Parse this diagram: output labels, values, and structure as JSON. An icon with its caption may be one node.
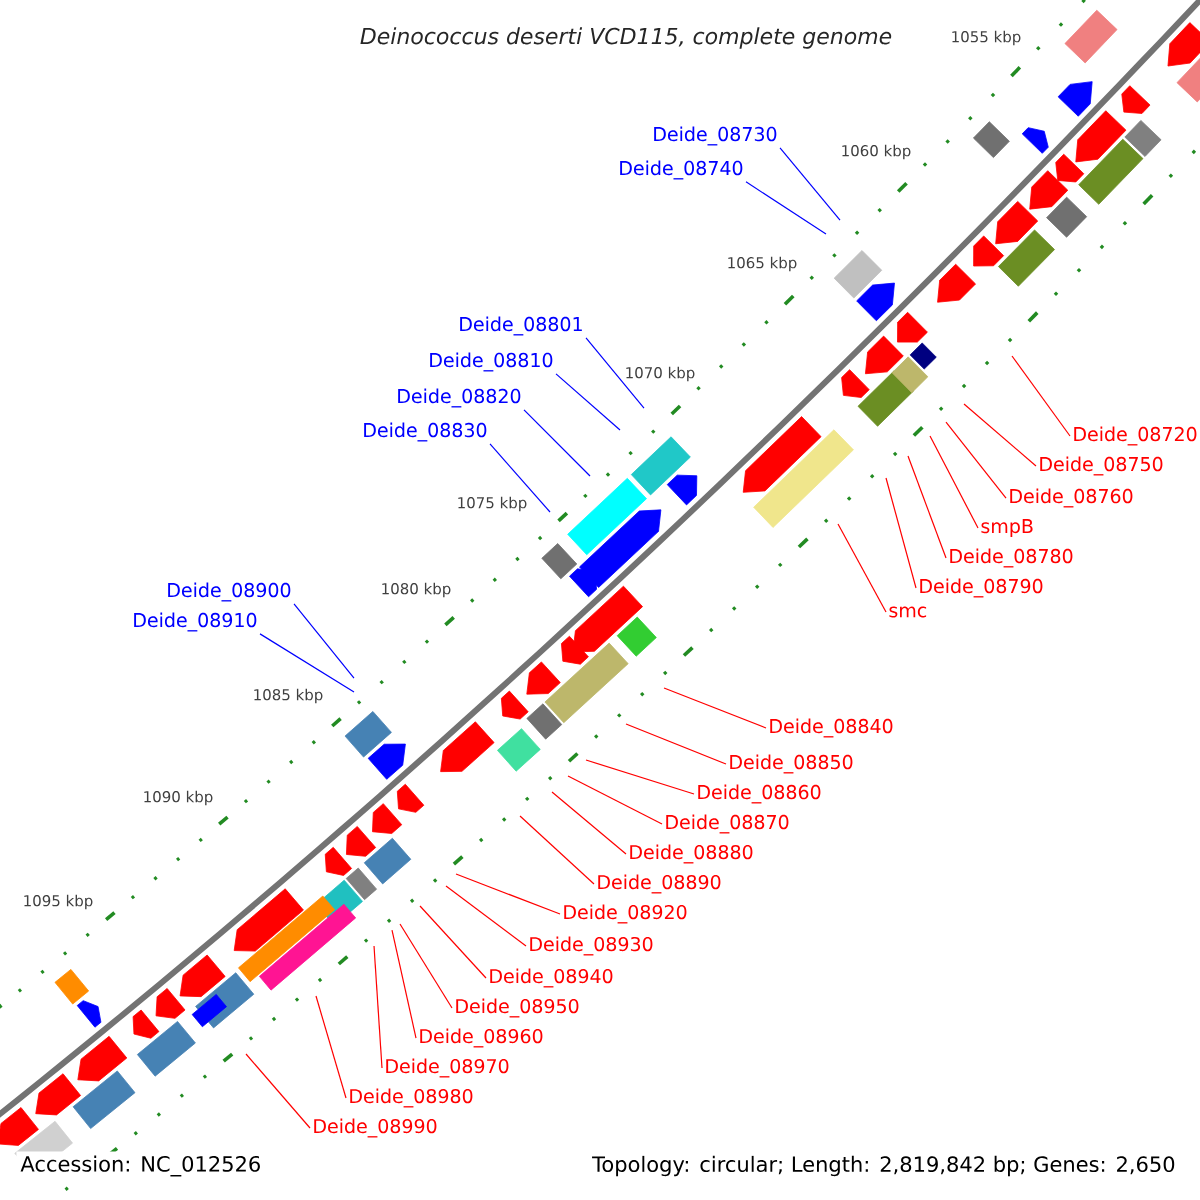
{
  "diagram": {
    "title": "Deinococcus deserti VCD115, complete genome",
    "nodes": [
      {
        "text": [
          "Deide_08730"
        ]
      },
      {
        "text": [
          "Deide_08740"
        ]
      },
      {
        "text": [
          "Deide_08801"
        ]
      },
      {
        "text": [
          "Deide_08810"
        ]
      },
      {
        "text": [
          "Deide_08820"
        ]
      },
      {
        "text": [
          "Deide_08830"
        ]
      },
      {
        "text": [
          "Deide_08720"
        ]
      },
      {
        "text": [
          "Deide_08750"
        ]
      },
      {
        "text": [
          "Deide_08760"
        ]
      },
      {
        "text": [
          "smpB"
        ]
      },
      {
        "text": [
          "Deide_08780"
        ]
      },
      {
        "text": [
          "Deide_08790"
        ]
      },
      {
        "text": [
          "Deide_08900"
        ]
      },
      {
        "text": [
          "smc"
        ]
      },
      {
        "text": [
          "Deide_08910"
        ]
      },
      {
        "text": [
          "Deide_08840"
        ]
      },
      {
        "text": [
          "Deide_08850"
        ]
      },
      {
        "text": [
          "Deide_08860"
        ]
      },
      {
        "text": [
          "Deide_08870"
        ]
      },
      {
        "text": [
          "Deide_08880"
        ]
      },
      {
        "text": [
          "Deide_08890"
        ]
      },
      {
        "text": [
          "Deide_08920"
        ]
      },
      {
        "text": [
          "Deide_08930"
        ]
      },
      {
        "text": [
          "Deide_08940"
        ]
      },
      {
        "text": [
          "Deide_08950"
        ]
      },
      {
        "text": [
          "Deide_08960"
        ]
      },
      {
        "text": [
          "Deide_08970"
        ]
      },
      {
        "text": [
          "Deide_08980"
        ]
      },
      {
        "text": [
          "Deide_08990"
        ]
      }
    ],
    "edges": [
      {
        "from": 0,
        "to": null,
        "arrow": "none",
        "color": "#0000ff"
      },
      {
        "from": 1,
        "to": null,
        "arrow": "none",
        "color": "#0000ff"
      },
      {
        "from": 2,
        "to": null,
        "arrow": "none",
        "color": "#0000ff"
      },
      {
        "from": 3,
        "to": null,
        "arrow": "none",
        "color": "#0000ff"
      },
      {
        "from": 4,
        "to": null,
        "arrow": "none",
        "color": "#0000ff"
      },
      {
        "from": 5,
        "to": null,
        "arrow": "none",
        "color": "#0000ff"
      },
      {
        "from": 6,
        "to": null,
        "arrow": "none"
      },
      {
        "from": 7,
        "to": null,
        "arrow": "none"
      },
      {
        "from": 8,
        "to": null,
        "arrow": "none"
      },
      {
        "from": 9,
        "to": null,
        "arrow": "none"
      },
      {
        "from": 10,
        "to": null,
        "arrow": "none"
      },
      {
        "from": 11,
        "to": null,
        "arrow": "none"
      },
      {
        "from": 12,
        "to": null,
        "arrow": "none",
        "color": "#0000ff"
      },
      {
        "from": 13,
        "to": null,
        "arrow": "none"
      },
      {
        "from": 14,
        "to": null,
        "arrow": "none",
        "color": "#0000ff"
      },
      {
        "from": 15,
        "to": null,
        "arrow": "none"
      },
      {
        "from": 16,
        "to": null,
        "arrow": "none"
      },
      {
        "from": 17,
        "to": null,
        "arrow": "none"
      },
      {
        "from": 18,
        "to": null,
        "arrow": "none"
      },
      {
        "from": 19,
        "to": null,
        "arrow": "none"
      },
      {
        "from": 20,
        "to": null,
        "arrow": "none"
      },
      {
        "from": 21,
        "to": null,
        "arrow": "none"
      },
      {
        "from": 22,
        "to": null,
        "arrow": "none"
      },
      {
        "from": 23,
        "to": null,
        "arrow": "none"
      },
      {
        "from": 24,
        "to": null,
        "arrow": "none"
      },
      {
        "from": 25,
        "to": null,
        "arrow": "none"
      },
      {
        "from": 26,
        "to": null,
        "arrow": "none"
      },
      {
        "from": 27,
        "to": null,
        "arrow": "none"
      },
      {
        "from": 28,
        "to": null,
        "arrow": "none"
      }
    ],
    "labels": [
      "1055 kbp",
      "1060 kbp",
      "1065 kbp",
      "1070 kbp",
      "1075 kbp",
      "1080 kbp",
      "1085 kbp",
      "1090 kbp",
      "1095 kbp",
      "Accession: NC_012526",
      "Topology: circular; Length: 2,819,842 bp; Genes: 2,650"
    ]
  }
}
